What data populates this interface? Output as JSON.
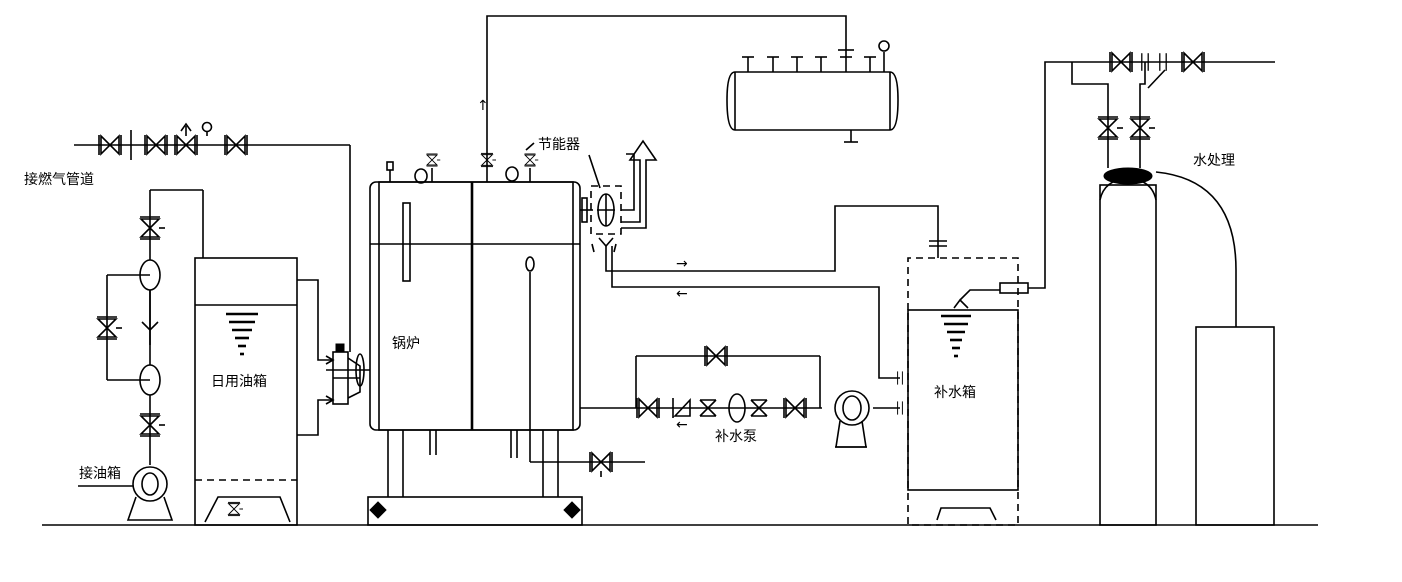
{
  "labels": {
    "gas_pipeline": "接燃气管道",
    "oil_inlet": "接油箱",
    "day_oil_tank": "日用油箱",
    "boiler": "锅炉",
    "economizer": "节能器",
    "makeup_pump": "补水泵",
    "makeup_tank": "补水箱",
    "water_treatment": "水处理"
  },
  "flow_arrows": {
    "steam_up": "↑",
    "econ_to_tank": "→",
    "tank_to_econ": "←",
    "pump_return": "←"
  },
  "colors": {
    "line": "#000000",
    "background": "#ffffff"
  }
}
